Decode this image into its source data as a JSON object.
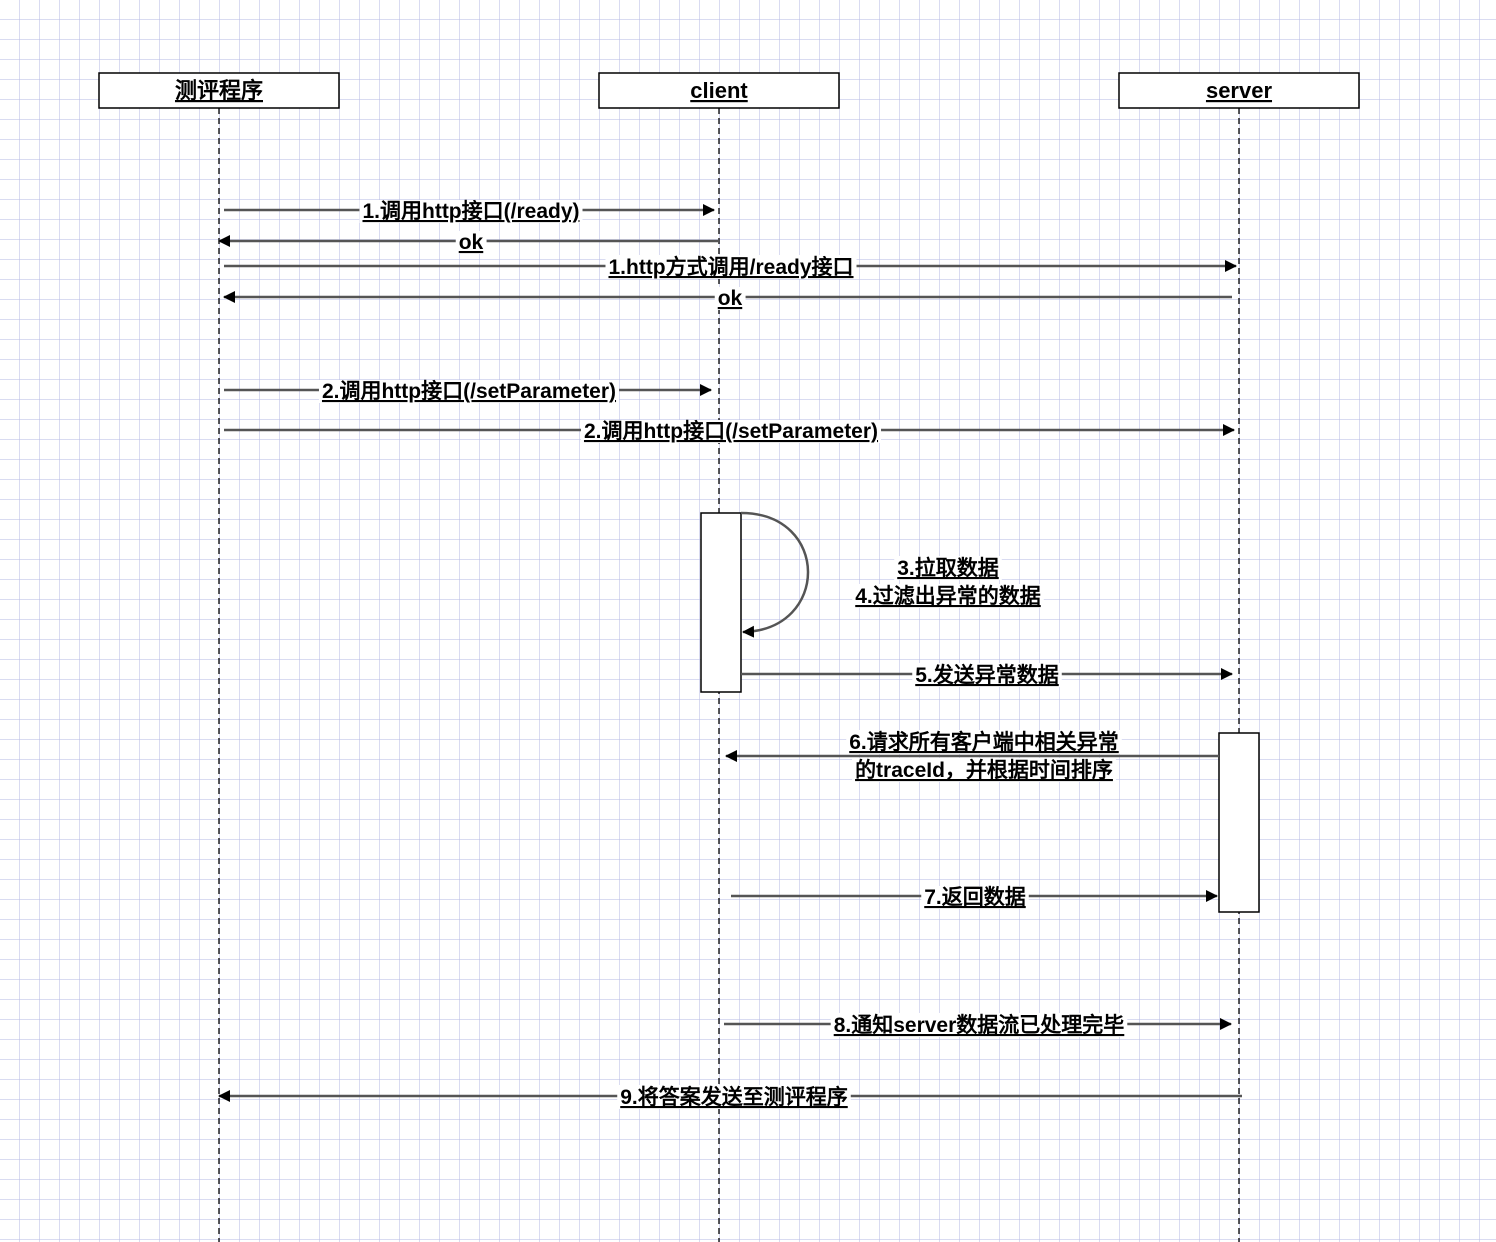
{
  "actors": [
    {
      "id": "evaluator",
      "label": "测评程序"
    },
    {
      "id": "client",
      "label": "client"
    },
    {
      "id": "server",
      "label": "server"
    }
  ],
  "messages": [
    {
      "id": "m1a",
      "label": "1.调用http接口(/ready)"
    },
    {
      "id": "m1a_ret",
      "label": "ok"
    },
    {
      "id": "m1b",
      "label": "1.http方式调用/ready接口"
    },
    {
      "id": "m1b_ret",
      "label": "ok"
    },
    {
      "id": "m2a",
      "label": "2.调用http接口(/setParameter)"
    },
    {
      "id": "m2b",
      "label": "2.调用http接口(/setParameter)"
    },
    {
      "id": "m34",
      "lines": [
        "3.拉取数据",
        "4.过滤出异常的数据"
      ]
    },
    {
      "id": "m5",
      "label": "5.发送异常数据"
    },
    {
      "id": "m6",
      "lines": [
        "6.请求所有客户端中相关异常",
        "的traceId，并根据时间排序"
      ]
    },
    {
      "id": "m7",
      "label": "7.返回数据"
    },
    {
      "id": "m8",
      "label": "8.通知server数据流已处理完毕"
    },
    {
      "id": "m9",
      "label": "9.将答案发送至测评程序"
    }
  ]
}
